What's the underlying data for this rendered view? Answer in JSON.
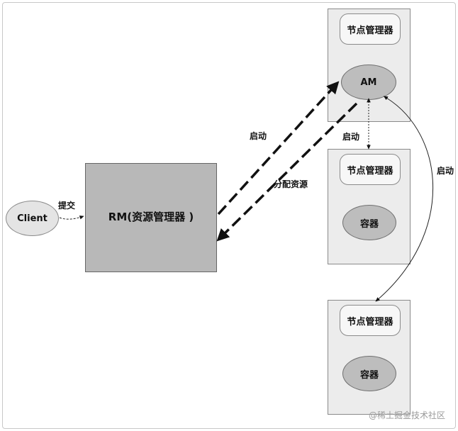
{
  "client": {
    "label": "Client"
  },
  "resource_manager": {
    "label": "RM(资源管理器 )"
  },
  "nodes": [
    {
      "manager_label": "节点管理器",
      "inner_label": "AM"
    },
    {
      "manager_label": "节点管理器",
      "inner_label": "容器"
    },
    {
      "manager_label": "节点管理器",
      "inner_label": "容器"
    }
  ],
  "edges": {
    "submit": "提交",
    "launch_rm_to_am": "启动",
    "allocate_resources": "分配资源",
    "launch_am_to_node2": "启动",
    "launch_am_to_node3": "启动"
  },
  "watermark": "@稀土掘金技术社区",
  "colors": {
    "node_box": "#ececec",
    "rm_box": "#b8b8b8",
    "ellipse": "#bdbdbd",
    "client": "#e4e4e4"
  }
}
